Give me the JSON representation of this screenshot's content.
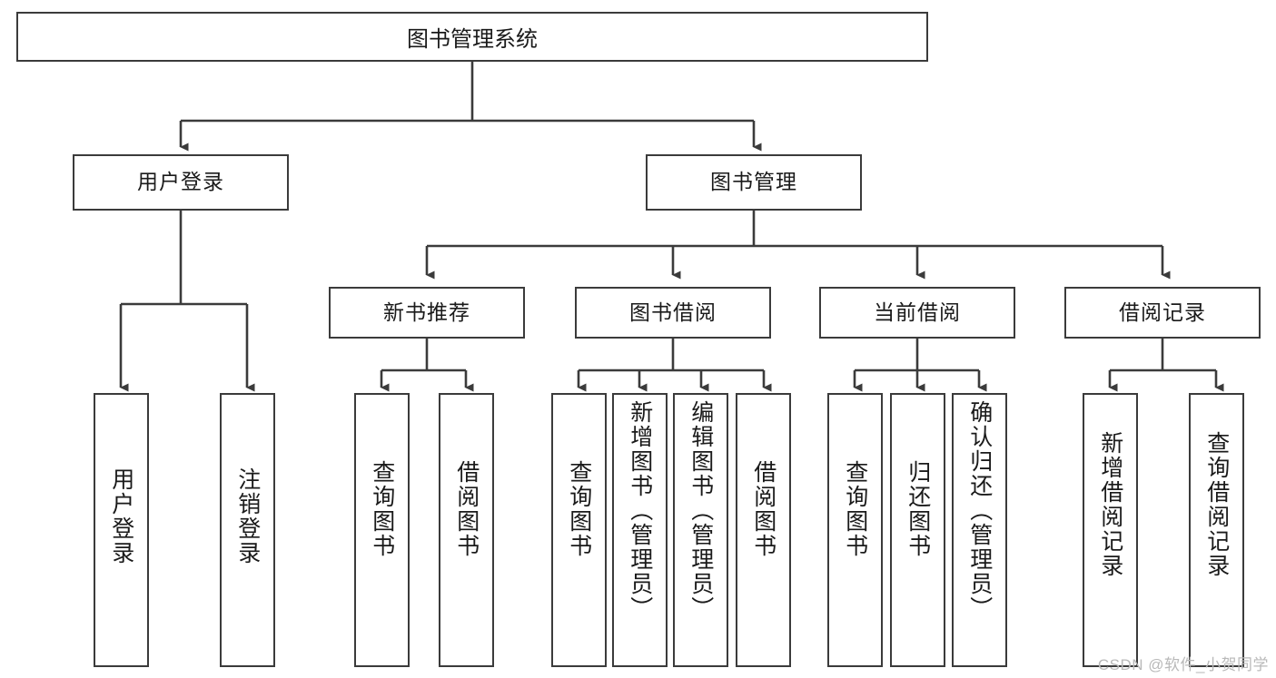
{
  "diagram": {
    "title_node": {
      "label": "图书管理系统"
    },
    "level2": [
      {
        "id": "user-login",
        "label": "用户登录"
      },
      {
        "id": "book-management",
        "label": "图书管理"
      }
    ],
    "level3": [
      {
        "id": "new-book-recommend",
        "label": "新书推荐"
      },
      {
        "id": "book-borrow",
        "label": "图书借阅"
      },
      {
        "id": "current-borrow",
        "label": "当前借阅"
      },
      {
        "id": "borrow-record",
        "label": "借阅记录"
      }
    ],
    "leaves": [
      {
        "id": "leaf-user-login",
        "label": "用户登录"
      },
      {
        "id": "leaf-logout-login",
        "label": "注销登录"
      },
      {
        "id": "leaf-query-book-1",
        "label": "查询图书"
      },
      {
        "id": "leaf-borrow-book-1",
        "label": "借阅图书"
      },
      {
        "id": "leaf-query-book-2",
        "label": "查询图书"
      },
      {
        "id": "leaf-add-book",
        "label": "新增图书（管理员）"
      },
      {
        "id": "leaf-edit-book",
        "label": "编辑图书（管理员）"
      },
      {
        "id": "leaf-borrow-book-2",
        "label": "借阅图书"
      },
      {
        "id": "leaf-query-book-3",
        "label": "查询图书"
      },
      {
        "id": "leaf-return-book",
        "label": "归还图书"
      },
      {
        "id": "leaf-confirm-return",
        "label": "确认归还（管理员）"
      },
      {
        "id": "leaf-add-record",
        "label": "新增借阅记录"
      },
      {
        "id": "leaf-query-record",
        "label": "查询借阅记录"
      }
    ],
    "watermark": "CSDN @软件_小贺同学",
    "colors": {
      "stroke": "#3b3b3b",
      "background": "#ffffff",
      "text": "#1a1a1a",
      "watermark": "#b9b9b9"
    }
  }
}
